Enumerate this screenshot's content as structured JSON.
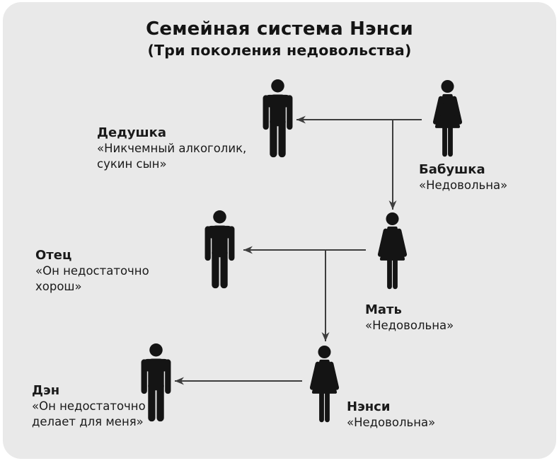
{
  "title": {
    "main": "Семейная система Нэнси",
    "subtitle": "(Три поколения недовольства)"
  },
  "people": {
    "grandfather": {
      "name": "Дедушка",
      "quote": "«Никчемный алкоголик, сукин сын»",
      "gender": "male",
      "generation": 1
    },
    "grandmother": {
      "name": "Бабушка",
      "quote": "«Недовольна»",
      "gender": "female",
      "generation": 1
    },
    "father": {
      "name": "Отец",
      "quote": "«Он недостаточно хорош»",
      "gender": "male",
      "generation": 2
    },
    "mother": {
      "name": "Мать",
      "quote": "«Недовольна»",
      "gender": "female",
      "generation": 2
    },
    "dan": {
      "name": "Дэн",
      "quote": "«Он недостаточно делает для меня»",
      "gender": "male",
      "generation": 3
    },
    "nancy": {
      "name": "Нэнси",
      "quote": "«Недовольна»",
      "gender": "female",
      "generation": 3
    }
  },
  "connections": [
    {
      "from": "grandmother",
      "to": "grandfather",
      "kind": "blame-arrow"
    },
    {
      "from": "grandmother",
      "to": "mother",
      "kind": "descent-arrow"
    },
    {
      "from": "mother",
      "to": "father",
      "kind": "blame-arrow"
    },
    {
      "from": "mother",
      "to": "nancy",
      "kind": "descent-arrow"
    },
    {
      "from": "nancy",
      "to": "dan",
      "kind": "blame-arrow"
    }
  ],
  "colors": {
    "page_bg": "#ffffff",
    "panel_bg": "#e9e9e9",
    "figure": "#141414",
    "text": "#1a1a1a",
    "arrow": "#3d3d3d"
  }
}
